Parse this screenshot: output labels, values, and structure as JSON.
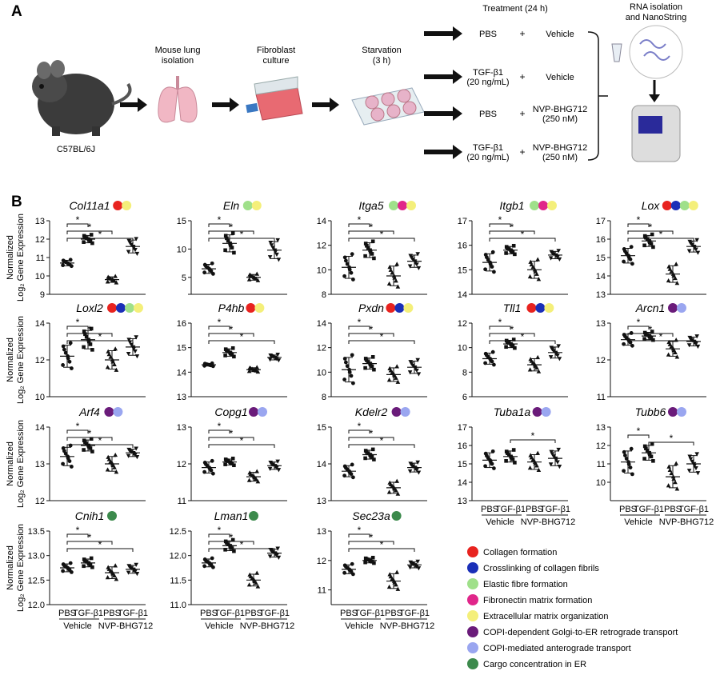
{
  "panel_a": {
    "letter": "A",
    "mouse_label": "C57BL/6J",
    "step1": "Mouse lung\nisolation",
    "step2": "Fibroblast\nculture",
    "step3": "Starvation\n(3 h)",
    "treatment_title": "Treatment (24 h)",
    "rna_title": "RNA isolation\nand NanoString",
    "treatments": [
      {
        "left": "PBS",
        "right": "Vehicle"
      },
      {
        "left": "TGF-β1\n(20 ng/mL)",
        "right": "Vehicle"
      },
      {
        "left": "PBS",
        "right": "NVP-BHG712\n(250 nM)"
      },
      {
        "left": "TGF-β1\n(20 ng/mL)",
        "right": "NVP-BHG712\n(250 nM)"
      }
    ],
    "plus": "+"
  },
  "panel_b": {
    "letter": "B",
    "ylabel_line1": "Normalized",
    "ylabel_line2": "Log₂ Gene Expression",
    "x_labels": [
      "PBS",
      "TGF-β1",
      "PBS",
      "TGF-β1"
    ],
    "group_labels": [
      "Vehicle",
      "NVP-BHG712"
    ],
    "star": "*"
  },
  "colors": {
    "collagen": "#e8231f",
    "crosslink": "#1a2fb8",
    "elastic": "#9fe08a",
    "fibronectin": "#e0268a",
    "ecm": "#f4ef7a",
    "copi_golgi": "#6a1b7a",
    "copi_antero": "#9aa6f0",
    "cargo": "#3c8a4c"
  },
  "legend": [
    {
      "label": "Collagen formation",
      "color": "#e8231f"
    },
    {
      "label": "Crosslinking of collagen fibrils",
      "color": "#1a2fb8"
    },
    {
      "label": "Elastic fibre formation",
      "color": "#9fe08a"
    },
    {
      "label": "Fibronectin matrix formation",
      "color": "#e0268a"
    },
    {
      "label": "Extracellular matrix organization",
      "color": "#f4ef7a"
    },
    {
      "label": "COPI-dependent Golgi-to-ER retrograde transport",
      "color": "#6a1b7a"
    },
    {
      "label": "COPI-mediated anterograde transport",
      "color": "#9aa6f0"
    },
    {
      "label": "Cargo concentration in ER",
      "color": "#3c8a4c"
    }
  ],
  "chart_data": [
    {
      "type": "scatter",
      "title": "Col11a1",
      "pathways": [
        "#e8231f",
        "#f4ef7a"
      ],
      "ylim": [
        9,
        13
      ],
      "yticks": [
        9,
        10,
        11,
        12,
        13
      ],
      "ticklabels": [
        "9",
        "10",
        "11",
        "12",
        "13"
      ],
      "categories": [
        "PBS Vehicle",
        "TGF-β1 Vehicle",
        "PBS NVP-BHG712",
        "TGF-β1 NVP-BHG712"
      ],
      "means": [
        10.7,
        12.0,
        9.8,
        11.6
      ],
      "sds": [
        0.15,
        0.2,
        0.15,
        0.35
      ],
      "sig": [
        [
          0,
          1
        ],
        [
          0,
          2
        ],
        [
          0,
          3
        ]
      ]
    },
    {
      "type": "scatter",
      "title": "Eln",
      "pathways": [
        "#9fe08a",
        "#f4ef7a"
      ],
      "ylim": [
        2,
        15
      ],
      "yticks": [
        2,
        5,
        10,
        15
      ],
      "ticklabels": [
        "",
        "5",
        "10",
        "15"
      ],
      "categories": [
        "PBS Vehicle",
        "TGF-β1 Vehicle",
        "PBS NVP-BHG712",
        "TGF-β1 NVP-BHG712"
      ],
      "means": [
        6.5,
        11.0,
        5.0,
        9.8
      ],
      "sds": [
        0.8,
        1.5,
        0.5,
        1.5
      ],
      "sig": [
        [
          0,
          1
        ],
        [
          0,
          2
        ],
        [
          0,
          3
        ]
      ]
    },
    {
      "type": "scatter",
      "title": "Itga5",
      "pathways": [
        "#9fe08a",
        "#e0268a",
        "#f4ef7a"
      ],
      "ylim": [
        8,
        14
      ],
      "yticks": [
        8,
        10,
        12,
        14
      ],
      "ticklabels": [
        "8",
        "10",
        "12",
        "14"
      ],
      "categories": [
        "PBS Vehicle",
        "TGF-β1 Vehicle",
        "PBS NVP-BHG712",
        "TGF-β1 NVP-BHG712"
      ],
      "means": [
        10.2,
        11.6,
        9.5,
        10.7
      ],
      "sds": [
        0.9,
        0.6,
        0.8,
        0.5
      ],
      "sig": [
        [
          0,
          1
        ],
        [
          0,
          2
        ],
        [
          0,
          3
        ]
      ]
    },
    {
      "type": "scatter",
      "title": "Itgb1",
      "pathways": [
        "#9fe08a",
        "#e0268a",
        "#f4ef7a"
      ],
      "ylim": [
        14,
        17
      ],
      "yticks": [
        14,
        15,
        16,
        17
      ],
      "ticklabels": [
        "14",
        "15",
        "16",
        "17"
      ],
      "categories": [
        "PBS Vehicle",
        "TGF-β1 Vehicle",
        "PBS NVP-BHG712",
        "TGF-β1 NVP-BHG712"
      ],
      "means": [
        15.3,
        15.8,
        15.0,
        15.6
      ],
      "sds": [
        0.35,
        0.15,
        0.35,
        0.15
      ],
      "sig": [
        [
          0,
          1
        ],
        [
          0,
          2
        ],
        [
          0,
          3
        ]
      ]
    },
    {
      "type": "scatter",
      "title": "Lox",
      "pathways": [
        "#e8231f",
        "#1a2fb8",
        "#9fe08a",
        "#f4ef7a"
      ],
      "ylim": [
        13,
        17
      ],
      "yticks": [
        13,
        14,
        15,
        16,
        17
      ],
      "ticklabels": [
        "13",
        "14",
        "15",
        "16",
        "17"
      ],
      "categories": [
        "PBS Vehicle",
        "TGF-β1 Vehicle",
        "PBS NVP-BHG712",
        "TGF-β1 NVP-BHG712"
      ],
      "means": [
        15.1,
        15.9,
        14.1,
        15.6
      ],
      "sds": [
        0.4,
        0.3,
        0.45,
        0.3
      ],
      "sig": [
        [
          0,
          1
        ],
        [
          0,
          2
        ],
        [
          0,
          3
        ]
      ]
    },
    {
      "type": "scatter",
      "title": "Loxl2",
      "pathways": [
        "#e8231f",
        "#1a2fb8",
        "#9fe08a",
        "#f4ef7a"
      ],
      "ylim": [
        10,
        14
      ],
      "yticks": [
        10,
        12,
        14
      ],
      "ticklabels": [
        "10",
        "12",
        "14"
      ],
      "categories": [
        "PBS Vehicle",
        "TGF-β1 Vehicle",
        "PBS NVP-BHG712",
        "TGF-β1 NVP-BHG712"
      ],
      "means": [
        12.2,
        13.1,
        12.0,
        12.7
      ],
      "sds": [
        0.6,
        0.5,
        0.5,
        0.45
      ],
      "sig": [
        [
          0,
          1
        ],
        [
          0,
          2
        ],
        [
          0,
          3
        ]
      ]
    },
    {
      "type": "scatter",
      "title": "P4hb",
      "pathways": [
        "#e8231f",
        "#f4ef7a"
      ],
      "ylim": [
        13,
        16
      ],
      "yticks": [
        13,
        14,
        15,
        16
      ],
      "ticklabels": [
        "13",
        "14",
        "15",
        "16"
      ],
      "categories": [
        "PBS Vehicle",
        "TGF-β1 Vehicle",
        "PBS NVP-BHG712",
        "TGF-β1 NVP-BHG712"
      ],
      "means": [
        14.3,
        14.8,
        14.1,
        14.6
      ],
      "sds": [
        0.05,
        0.15,
        0.08,
        0.1
      ],
      "sig": [
        [
          0,
          1
        ],
        [
          0,
          2
        ],
        [
          0,
          3
        ]
      ]
    },
    {
      "type": "scatter",
      "title": "Pxdn",
      "pathways": [
        "#e8231f",
        "#1a2fb8",
        "#f4ef7a"
      ],
      "ylim": [
        8,
        14
      ],
      "yticks": [
        8,
        10,
        12,
        14
      ],
      "ticklabels": [
        "8",
        "10",
        "12",
        "14"
      ],
      "categories": [
        "PBS Vehicle",
        "TGF-β1 Vehicle",
        "PBS NVP-BHG712",
        "TGF-β1 NVP-BHG712"
      ],
      "means": [
        10.2,
        10.7,
        9.8,
        10.4
      ],
      "sds": [
        1.0,
        0.45,
        0.55,
        0.5
      ],
      "sig": [
        [
          0,
          1
        ],
        [
          0,
          2
        ],
        [
          0,
          3
        ]
      ]
    },
    {
      "type": "scatter",
      "title": "Tll1",
      "pathways": [
        "#e8231f",
        "#1a2fb8",
        "#f4ef7a"
      ],
      "ylim": [
        6,
        12
      ],
      "yticks": [
        6,
        8,
        10,
        12
      ],
      "ticklabels": [
        "6",
        "8",
        "10",
        "12"
      ],
      "categories": [
        "PBS Vehicle",
        "TGF-β1 Vehicle",
        "PBS NVP-BHG712",
        "TGF-β1 NVP-BHG712"
      ],
      "means": [
        9.1,
        10.3,
        8.6,
        9.6
      ],
      "sds": [
        0.45,
        0.3,
        0.5,
        0.45
      ],
      "sig": [
        [
          0,
          1
        ],
        [
          0,
          2
        ],
        [
          0,
          3
        ]
      ]
    },
    {
      "type": "scatter",
      "title": "Arcn1",
      "pathways": [
        "#6a1b7a",
        "#9aa6f0"
      ],
      "ylim": [
        11,
        13
      ],
      "yticks": [
        11,
        12,
        13
      ],
      "ticklabels": [
        "11",
        "12",
        "13"
      ],
      "categories": [
        "PBS Vehicle",
        "TGF-β1 Vehicle",
        "PBS NVP-BHG712",
        "TGF-β1 NVP-BHG712"
      ],
      "means": [
        12.55,
        12.65,
        12.3,
        12.5
      ],
      "sds": [
        0.15,
        0.1,
        0.2,
        0.12
      ],
      "sig": [
        [
          0,
          1
        ],
        [
          0,
          2
        ],
        [
          0,
          3
        ]
      ]
    },
    {
      "type": "scatter",
      "title": "Arf4",
      "pathways": [
        "#6a1b7a",
        "#9aa6f0"
      ],
      "ylim": [
        12,
        14
      ],
      "yticks": [
        12,
        13,
        14
      ],
      "ticklabels": [
        "12",
        "13",
        "14"
      ],
      "categories": [
        "PBS Vehicle",
        "TGF-β1 Vehicle",
        "PBS NVP-BHG712",
        "TGF-β1 NVP-BHG712"
      ],
      "means": [
        13.2,
        13.5,
        13.0,
        13.3
      ],
      "sds": [
        0.25,
        0.15,
        0.2,
        0.1
      ],
      "sig": [
        [
          0,
          1
        ],
        [
          0,
          2
        ],
        [
          0,
          3
        ]
      ]
    },
    {
      "type": "scatter",
      "title": "Copg1",
      "pathways": [
        "#6a1b7a",
        "#9aa6f0"
      ],
      "ylim": [
        11,
        13
      ],
      "yticks": [
        11,
        12,
        13
      ],
      "ticklabels": [
        "11",
        "12",
        "13"
      ],
      "categories": [
        "PBS Vehicle",
        "TGF-β1 Vehicle",
        "PBS NVP-BHG712",
        "TGF-β1 NVP-BHG712"
      ],
      "means": [
        11.9,
        12.05,
        11.65,
        11.95
      ],
      "sds": [
        0.15,
        0.08,
        0.12,
        0.1
      ],
      "sig": [
        [
          0,
          1
        ],
        [
          0,
          2
        ],
        [
          0,
          3
        ]
      ]
    },
    {
      "type": "scatter",
      "title": "Kdelr2",
      "pathways": [
        "#6a1b7a",
        "#9aa6f0"
      ],
      "ylim": [
        13,
        15
      ],
      "yticks": [
        13,
        14,
        15
      ],
      "ticklabels": [
        "13",
        "14",
        "15"
      ],
      "categories": [
        "PBS Vehicle",
        "TGF-β1 Vehicle",
        "PBS NVP-BHG712",
        "TGF-β1 NVP-BHG712"
      ],
      "means": [
        13.8,
        14.25,
        13.35,
        13.9
      ],
      "sds": [
        0.15,
        0.12,
        0.15,
        0.12
      ],
      "sig": [
        [
          0,
          1
        ],
        [
          0,
          2
        ],
        [
          0,
          3
        ]
      ]
    },
    {
      "type": "scatter",
      "title": "Tuba1a",
      "pathways": [
        "#6a1b7a",
        "#9aa6f0"
      ],
      "ylim": [
        13,
        17
      ],
      "yticks": [
        13,
        14,
        15,
        16,
        17
      ],
      "ticklabels": [
        "13",
        "14",
        "15",
        "16",
        "17"
      ],
      "categories": [
        "PBS Vehicle",
        "TGF-β1 Vehicle",
        "PBS NVP-BHG712",
        "TGF-β1 NVP-BHG712"
      ],
      "means": [
        15.2,
        15.4,
        15.1,
        15.3
      ],
      "sds": [
        0.4,
        0.3,
        0.4,
        0.4
      ],
      "sig": [
        [
          1,
          3
        ]
      ]
    },
    {
      "type": "scatter",
      "title": "Tubb6",
      "pathways": [
        "#6a1b7a",
        "#9aa6f0"
      ],
      "ylim": [
        9,
        13
      ],
      "yticks": [
        10,
        11,
        12,
        13
      ],
      "ticklabels": [
        "10",
        "11",
        "12",
        "13"
      ],
      "categories": [
        "PBS Vehicle",
        "TGF-β1 Vehicle",
        "PBS NVP-BHG712",
        "TGF-β1 NVP-BHG712"
      ],
      "means": [
        11.1,
        11.6,
        10.3,
        11.0
      ],
      "sds": [
        0.6,
        0.4,
        0.6,
        0.45
      ],
      "sig": [
        [
          0,
          1
        ],
        [
          1,
          3
        ]
      ]
    },
    {
      "type": "scatter",
      "title": "Cnih1",
      "pathways": [
        "#3c8a4c"
      ],
      "ylim": [
        12,
        13.5
      ],
      "yticks": [
        12.0,
        12.5,
        13.0,
        13.5
      ],
      "ticklabels": [
        "12.0",
        "12.5",
        "13.0",
        "13.5"
      ],
      "categories": [
        "PBS Vehicle",
        "TGF-β1 Vehicle",
        "PBS NVP-BHG712",
        "TGF-β1 NVP-BHG712"
      ],
      "means": [
        12.75,
        12.85,
        12.65,
        12.72
      ],
      "sds": [
        0.08,
        0.08,
        0.12,
        0.08
      ],
      "sig": [
        [
          0,
          1
        ],
        [
          0,
          2
        ],
        [
          0,
          3
        ]
      ]
    },
    {
      "type": "scatter",
      "title": "Lman1",
      "pathways": [
        "#3c8a4c"
      ],
      "ylim": [
        11,
        12.5
      ],
      "yticks": [
        11.0,
        11.5,
        12.0,
        12.5
      ],
      "ticklabels": [
        "11.0",
        "11.5",
        "12.0",
        "12.5"
      ],
      "categories": [
        "PBS Vehicle",
        "TGF-β1 Vehicle",
        "PBS NVP-BHG712",
        "TGF-β1 NVP-BHG712"
      ],
      "means": [
        11.85,
        12.2,
        11.5,
        12.05
      ],
      "sds": [
        0.08,
        0.1,
        0.12,
        0.08
      ],
      "sig": [
        [
          0,
          1
        ],
        [
          0,
          2
        ],
        [
          0,
          3
        ]
      ]
    },
    {
      "type": "scatter",
      "title": "Sec23a",
      "pathways": [
        "#3c8a4c"
      ],
      "ylim": [
        10.5,
        13
      ],
      "yticks": [
        11,
        12,
        13
      ],
      "ticklabels": [
        "11",
        "12",
        "13"
      ],
      "categories": [
        "PBS Vehicle",
        "TGF-β1 Vehicle",
        "PBS NVP-BHG712",
        "TGF-β1 NVP-BHG712"
      ],
      "means": [
        11.7,
        12.0,
        11.3,
        11.85
      ],
      "sds": [
        0.15,
        0.08,
        0.25,
        0.1
      ],
      "sig": [
        [
          0,
          1
        ],
        [
          0,
          2
        ],
        [
          0,
          3
        ]
      ]
    }
  ]
}
